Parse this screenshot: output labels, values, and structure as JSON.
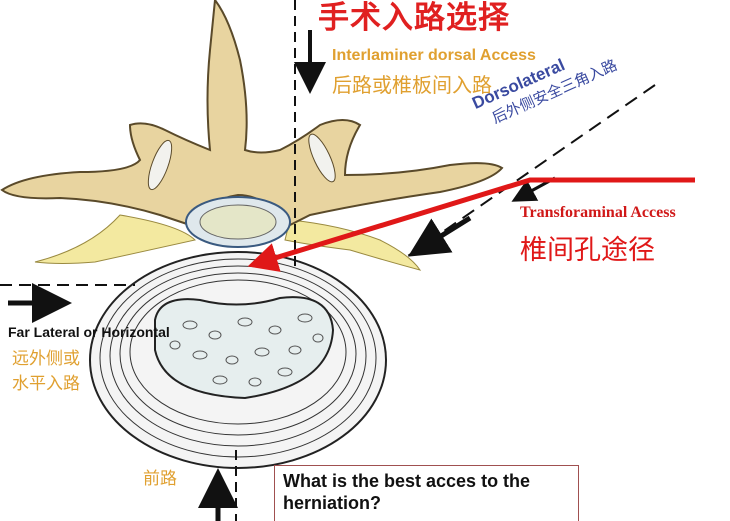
{
  "title": "手术入路选择",
  "approaches": {
    "interlaminar": {
      "en": "Interlaminer dorsal Access",
      "zh": "后路或椎板间入路"
    },
    "dorsolateral": {
      "en": "Dorsolateral",
      "zh": "后外侧安全三角入路"
    },
    "transforaminal": {
      "en": "Transforaminal Access",
      "zh": "椎间孔途径"
    },
    "far_lateral": {
      "en": "Far Lateral or Horizontal",
      "zh_line1": "远外侧或",
      "zh_line2": "水平入路"
    },
    "anterior": {
      "zh": "前路"
    }
  },
  "question": "What is the best acces to the herniation?",
  "colors": {
    "red": "#e02020",
    "orange": "#e0a030",
    "blue": "#3a4aa0",
    "bone": "#e8d4a0",
    "nerve": "#f3e9a0"
  }
}
